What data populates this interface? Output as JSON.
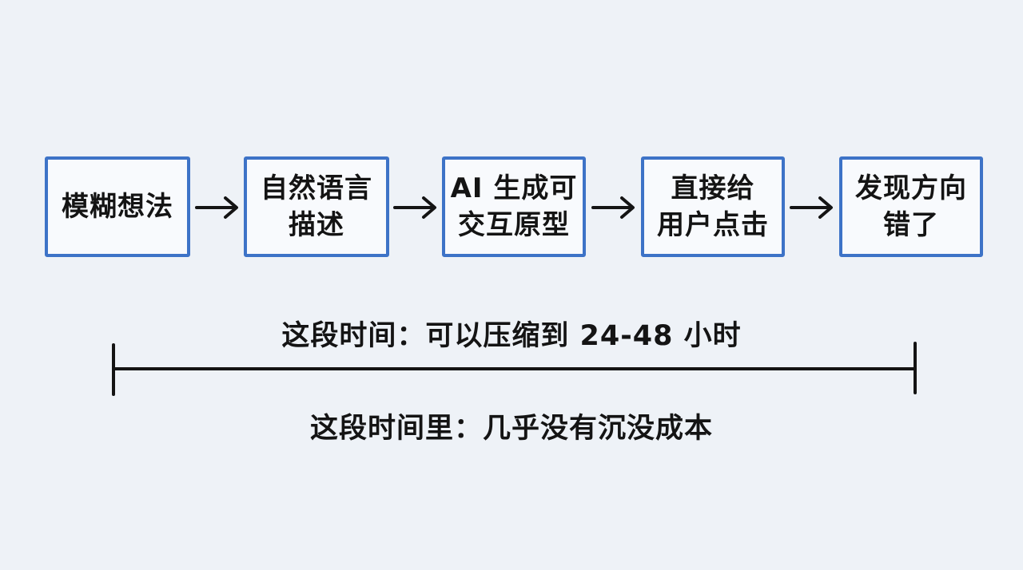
{
  "steps": [
    {
      "label": "模糊想法"
    },
    {
      "label": "自然语言\n描述"
    },
    {
      "label": "AI 生成可\n交互原型"
    },
    {
      "label": "直接给\n用户点击"
    },
    {
      "label": "发现方向\n错了"
    }
  ],
  "timeline": {
    "top_caption": "这段时间：可以压缩到 24-48 小时",
    "bottom_caption": "这段时间里：几乎没有沉没成本"
  },
  "colors": {
    "box_border": "#3d73c7",
    "background": "#eef2f7",
    "ink": "#141414"
  }
}
